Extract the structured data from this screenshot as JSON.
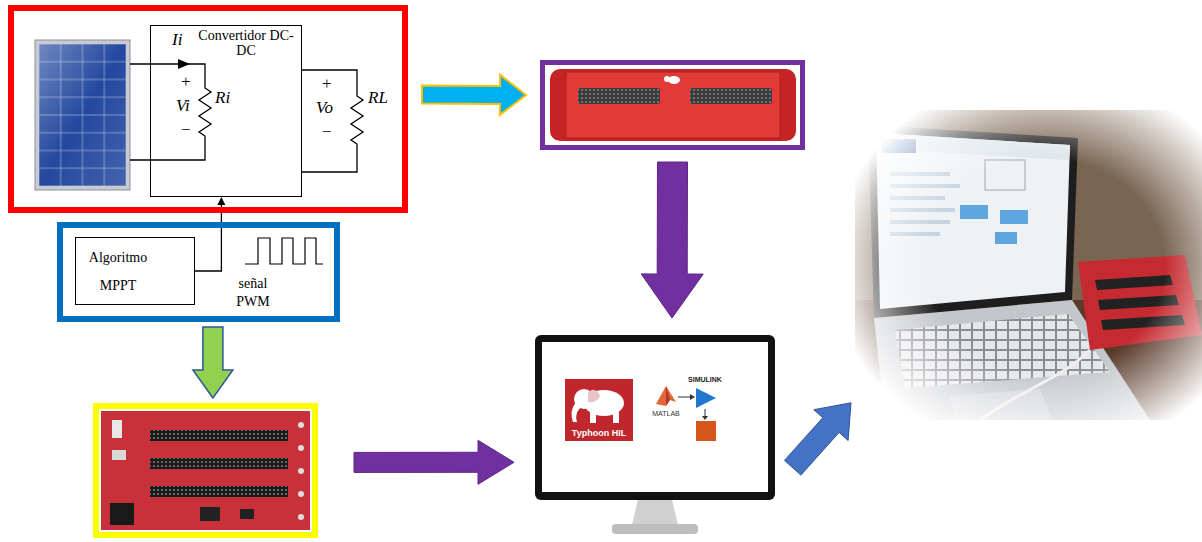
{
  "diagram": {
    "nodes": [
      {
        "text": []
      },
      {
        "text": [
          "Convertidor DC-DC"
        ],
        "in": 0
      },
      {
        "text": []
      },
      {
        "text": []
      },
      {
        "text": []
      },
      {
        "text": [
          "Algoritmo MPPT"
        ],
        "in": 4
      },
      {
        "text": [
          "Typhoon HIL",
          "MATLAB",
          "SIMULINK"
        ]
      },
      {
        "text": []
      }
    ],
    "edges": [
      {
        "from": 0,
        "to": 2,
        "arrow": "to"
      },
      {
        "from": 2,
        "to": 6,
        "arrow": "to"
      },
      {
        "from": 5,
        "to": 1,
        "arrow": "to"
      },
      {
        "from": 4,
        "to": 7,
        "arrow": "to"
      },
      {
        "from": 7,
        "to": 6,
        "arrow": "to"
      },
      {
        "from": 6,
        "to": 3,
        "arrow": "to"
      }
    ],
    "labels": [
      "Ii",
      "+",
      "Vi",
      "−",
      "Ri",
      "+",
      "Vo",
      "−",
      "RL",
      "señal PWM"
    ]
  }
}
